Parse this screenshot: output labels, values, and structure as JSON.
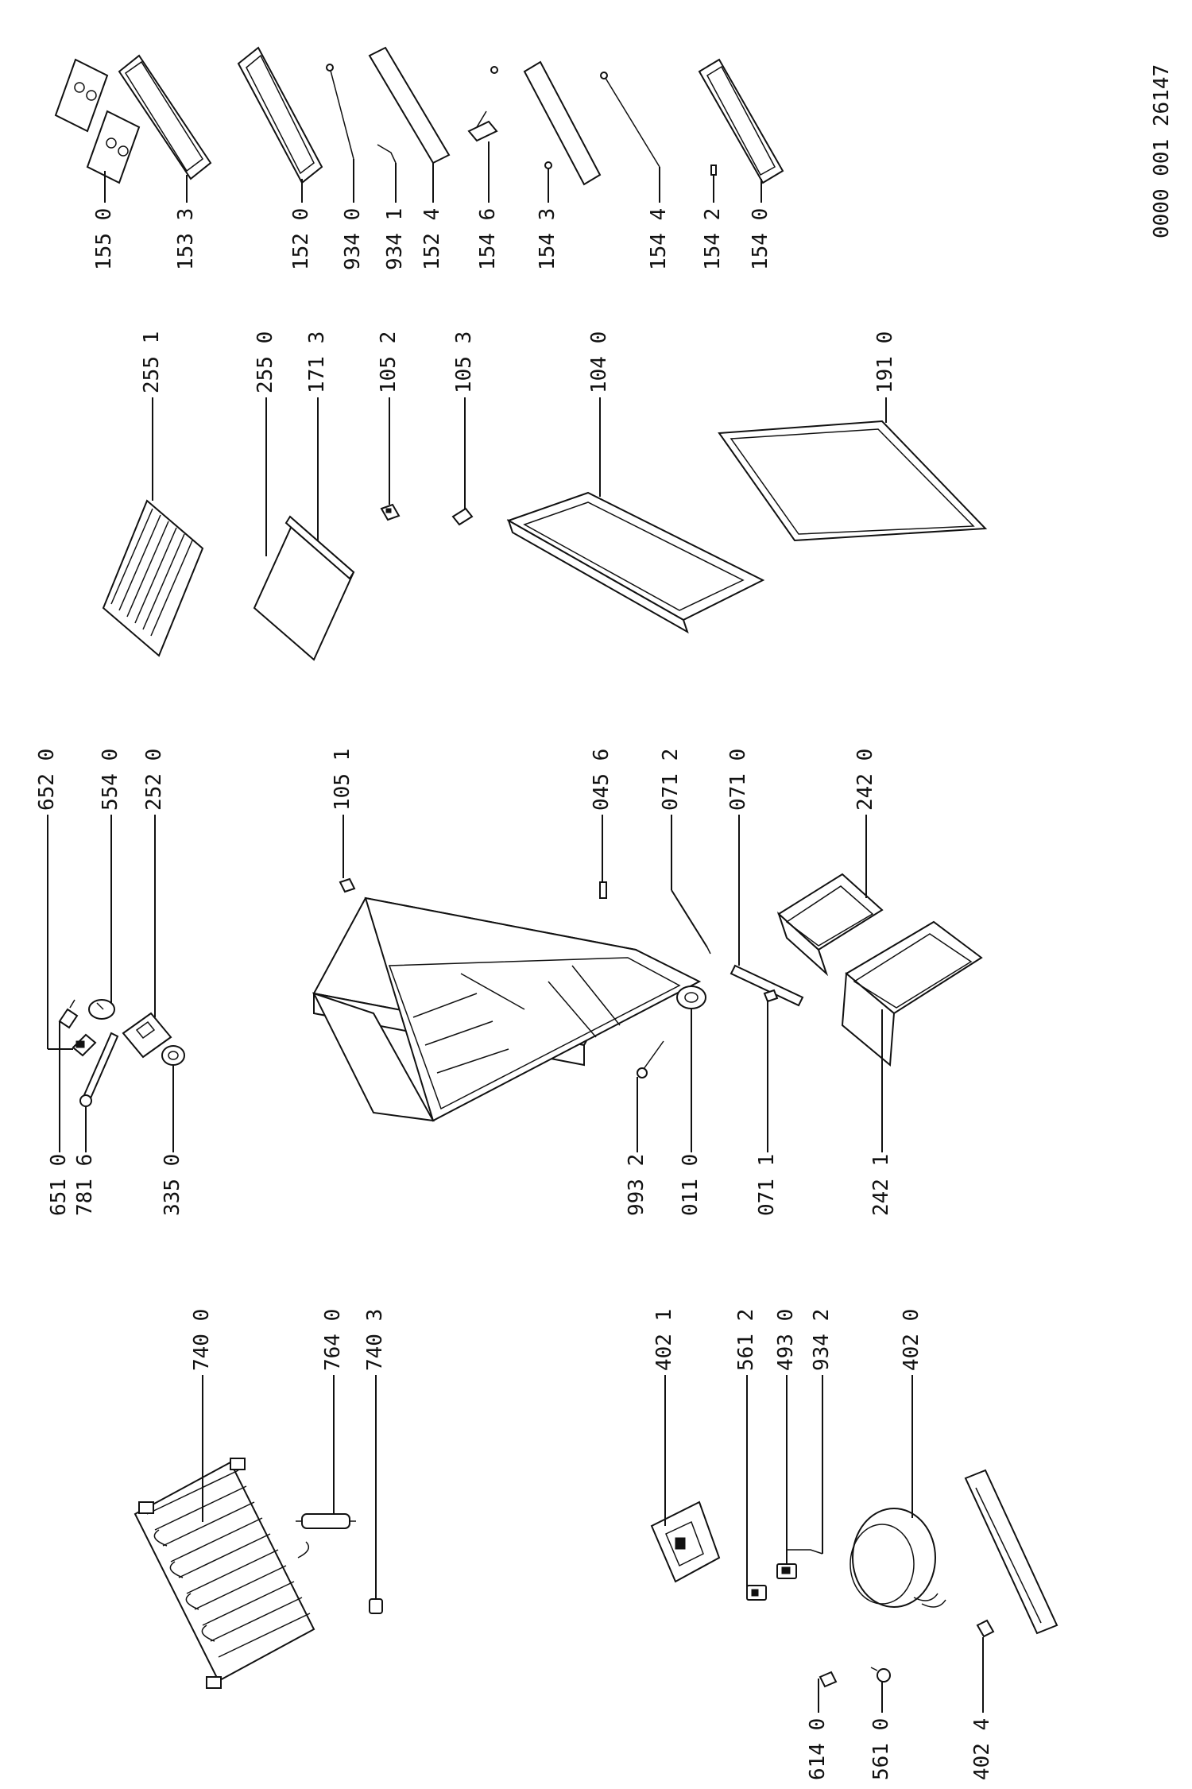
{
  "doc_code": "0000 001 26147",
  "labels": {
    "c1": {
      "l740_0": "740 0",
      "l764_0": "764 0",
      "l740_3": "740 3",
      "l402_1": "402 1",
      "l561_2": "561 2",
      "l493_0": "493 0",
      "l934_2": "934 2",
      "l402_0": "402 0",
      "l614_0": "614 0",
      "l561_0": "561 0",
      "l402_4": "402 4"
    },
    "c2": {
      "l651_0": "651 0",
      "l781_6": "781 6",
      "l335_0": "335 0",
      "l652_0": "652 0",
      "l554_0": "554 0",
      "l252_0": "252 0",
      "l105_1": "105 1",
      "l045_6": "045 6",
      "l071_2": "071 2",
      "l071_0": "071 0",
      "l242_0": "242 0",
      "l993_2": "993 2",
      "l011_0": "011 0",
      "l071_1": "071 1",
      "l242_1": "242 1"
    },
    "c3": {
      "l255_1": "255 1",
      "l255_0": "255 0",
      "l171_3": "171 3",
      "l105_2": "105 2",
      "l105_3": "105 3",
      "l104_0": "104 0",
      "l191_0": "191 0"
    },
    "c4": {
      "l155_0": "155 0",
      "l153_3": "153 3",
      "l152_0": "152 0",
      "l934_0": "934 0",
      "l934_1": "934 1",
      "l152_4": "152 4",
      "l154_6": "154 6",
      "l154_3": "154 3",
      "l154_4": "154 4",
      "l154_2": "154 2",
      "l154_0": "154 0"
    }
  }
}
